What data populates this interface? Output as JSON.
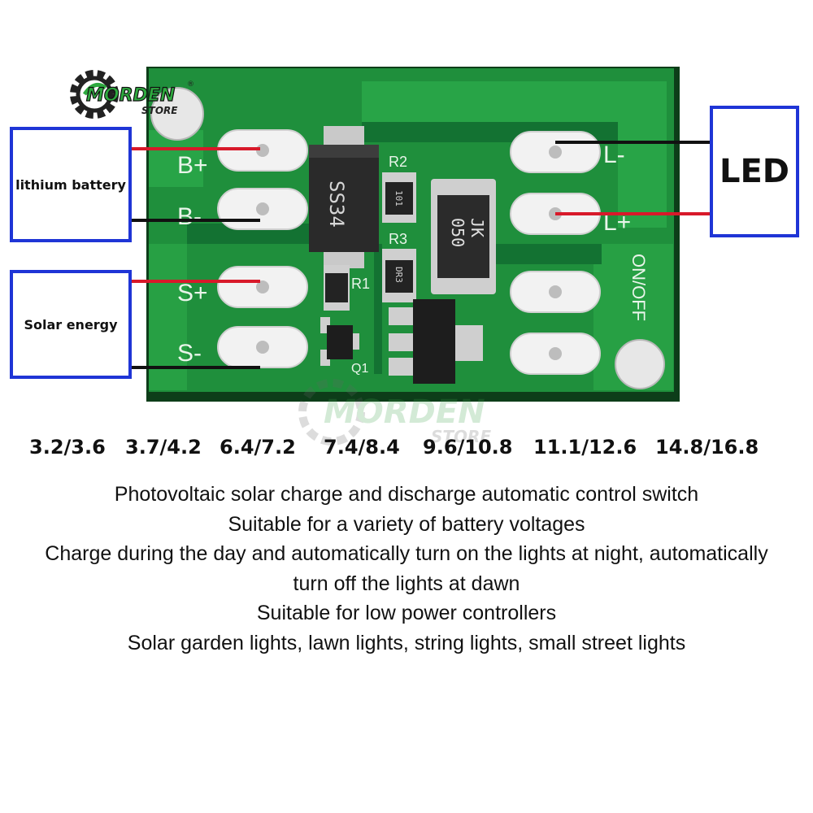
{
  "logo": {
    "brand": "MORDEN",
    "sub": "STORE",
    "mark": "®"
  },
  "watermark": {
    "brand": "MORDEN",
    "sub": "STORE"
  },
  "pcb": {
    "pads_left": [
      "B+",
      "B-",
      "S+",
      "S-"
    ],
    "pads_right": [
      "L-",
      "L+"
    ],
    "switch_label": "ON/OFF",
    "diode_marking": "SS34",
    "resistor_r2_value": "101",
    "resistor_r3_value": "DR3",
    "inductor_marking_1": "JK",
    "inductor_marking_2": "050",
    "ref_labels": [
      "R2",
      "R3",
      "R1",
      "Q1"
    ]
  },
  "boxes": {
    "battery_label": "lithium battery",
    "solar_label": "Solar energy",
    "led_label": "LED"
  },
  "voltages": [
    "3.2/3.6",
    "3.7/4.2",
    "6.4/7.2",
    "7.4/8.4",
    "9.6/10.8",
    "11.1/12.6",
    "14.8/16.8"
  ],
  "description": [
    "Photovoltaic solar charge and discharge automatic control switch",
    "Suitable for a variety of battery voltages",
    "Charge during the day and automatically turn on the lights at night, automatically",
    "turn off the lights at dawn",
    "Suitable for low power controllers",
    "Solar garden lights, lawn lights, string lights, small street lights"
  ],
  "colors": {
    "pcb_green": "#1f8f3c",
    "pcb_dark": "#0e5a23",
    "box_blue": "#1f35d6",
    "wire_red": "#d8192a",
    "wire_black": "#111111"
  }
}
